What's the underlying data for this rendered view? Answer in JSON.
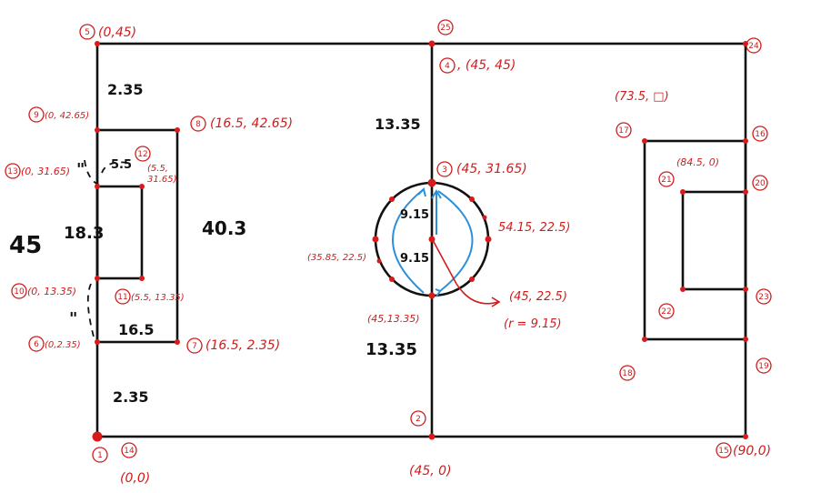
{
  "point_numbers": {
    "p1": "1",
    "p2": "2",
    "p3": "3",
    "p4": "4",
    "p5": "5",
    "p6": "6",
    "p7": "7",
    "p8": "8",
    "p9": "9",
    "p10": "10",
    "p11": "11",
    "p12": "12",
    "p13": "13",
    "p14": "14",
    "p15": "15",
    "p16": "16",
    "p17": "17",
    "p18": "18",
    "p19": "19",
    "p20": "20",
    "p21": "21",
    "p22": "22",
    "p23": "23",
    "p24": "24",
    "p25": "25"
  },
  "coordinates": {
    "p1": "(0,0)",
    "p2": "(45, 0)",
    "p3": "(45, 31.65)",
    "p4": ", (45, 45)",
    "p5": "(0,45)",
    "p6": "(0,2.35)",
    "p7": "(16.5, 2.35)",
    "p8": "(16.5, 42.65)",
    "p9": "(0, 42.65)",
    "p10": "(0, 13.35)",
    "p11": "(5.5, 13.35)",
    "p12_a": "(5.5,",
    "p12_b": "31.65)",
    "p13": "(0, 31.65)",
    "p15": "(90,0)",
    "p17": "(73.5, □)",
    "p21": "(84.5, 0)",
    "circle_bottom": "(45,13.35)",
    "circle_left": "(35.85, 22.5)",
    "circle_right": "54.15, 22.5)",
    "center": "(45, 22.5)",
    "radius": "(r = 9.15)"
  },
  "measurements": {
    "top_gap_left": "2.35",
    "bottom_gap_left": "2.35",
    "goal_box_width": "5.5",
    "goal_area_height": "18.3",
    "pitch_height": "45",
    "penalty_area_height": "40.3",
    "penalty_area_width": "16.5",
    "center_top_segment": "13.35",
    "center_bottom_segment": "13.35",
    "circle_upper_radius": "9.15",
    "circle_lower_radius": "9.15",
    "quote_upper": "\"",
    "quote_lower": "\""
  },
  "colors": {
    "lines": "#111111",
    "annotations": "#d01c1c",
    "circle_arrows": "#2b8fd9"
  }
}
